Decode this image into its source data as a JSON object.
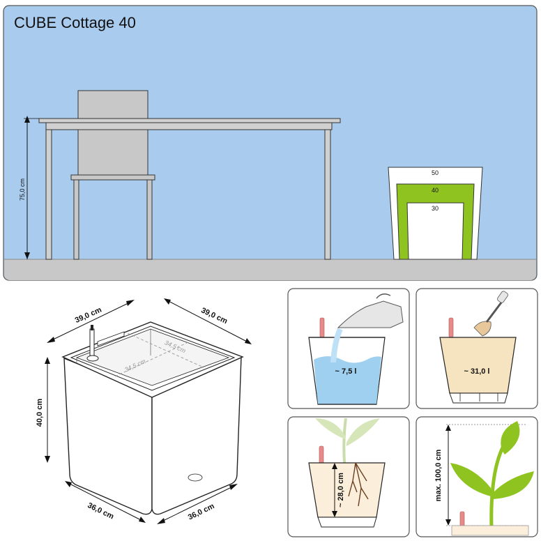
{
  "title": "CUBE Cottage 40",
  "scene": {
    "table_height": "75,0 cm",
    "size_labels": [
      "50",
      "40",
      "30"
    ]
  },
  "planter": {
    "width_left": "39,0 cm",
    "width_right": "39,0 cm",
    "inner_left": "34,5 cm",
    "inner_right": "34,5 cm",
    "height": "40,0 cm",
    "base_left": "36,0 cm",
    "base_right": "36,0 cm"
  },
  "panels": {
    "water_volume": "~ 7,5 l",
    "soil_volume": "~ 31,0 l",
    "root_depth": "~ 28,0 cm",
    "max_height": "max. 100,0 cm"
  },
  "colors": {
    "wall": "#a9cbee",
    "floor": "#c8c8c8",
    "highlight_green": "#8fc31f",
    "water": "#9fd0f0",
    "soil": "#f6e3c0"
  }
}
